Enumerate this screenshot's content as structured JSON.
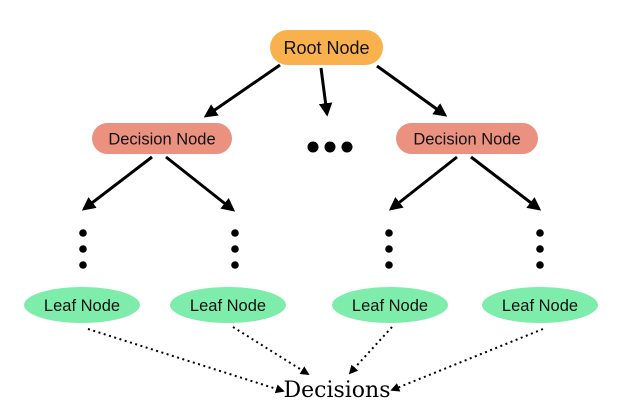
{
  "diagram": {
    "type": "decision-tree",
    "colors": {
      "root_fill": "#F8B14C",
      "decision_fill": "#EB9180",
      "leaf_fill": "#7EEDAC",
      "line": "#000000",
      "text": "#111111",
      "background": "#FFFFFF"
    },
    "nodes": {
      "root": {
        "label": "Root Node"
      },
      "decision_left": {
        "label": "Decision Node"
      },
      "decision_right": {
        "label": "Decision Node"
      },
      "leaf_1": {
        "label": "Leaf Node"
      },
      "leaf_2": {
        "label": "Leaf Node"
      },
      "leaf_3": {
        "label": "Leaf Node"
      },
      "leaf_4": {
        "label": "Leaf Node"
      },
      "sink": {
        "label": "Decisions"
      }
    },
    "ellipsis": {
      "horizontal_dots": 3,
      "vertical_dot_columns": 4,
      "dots_per_column": 3
    },
    "edges": {
      "solid_arrow_count": 7,
      "dotted_arrow_count": 4
    }
  }
}
